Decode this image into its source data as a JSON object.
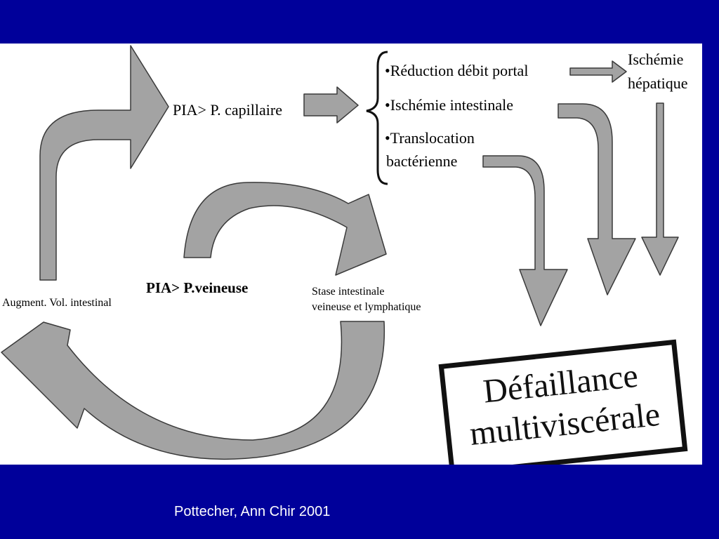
{
  "nodes": {
    "pia_capillaire": "PIA> P. capillaire",
    "reduction_debit": "•Réduction débit portal",
    "ischemie_intestinale": "•Ischémie intestinale",
    "translocation_line1": "•Translocation",
    "translocation_line2": "bactérienne",
    "ischemie_hepatique_line1": "Ischémie",
    "ischemie_hepatique_line2": "hépatique",
    "pia_veineuse": "PIA> P.veineuse",
    "augment_vol": "Augment. Vol. intestinal",
    "stase_line1": "Stase intestinale",
    "stase_line2": "veineuse et lymphatique",
    "defaillance_line1": "Défaillance",
    "defaillance_line2": "multiviscérale"
  },
  "citation": "Pottecher, Ann Chir 2001",
  "colors": {
    "slide_background": "#00009a",
    "figure_background": "#ffffff",
    "arrow_fill": "#a3a3a3",
    "arrow_stroke": "#3a3a3a",
    "citation_text": "#ffffff"
  }
}
